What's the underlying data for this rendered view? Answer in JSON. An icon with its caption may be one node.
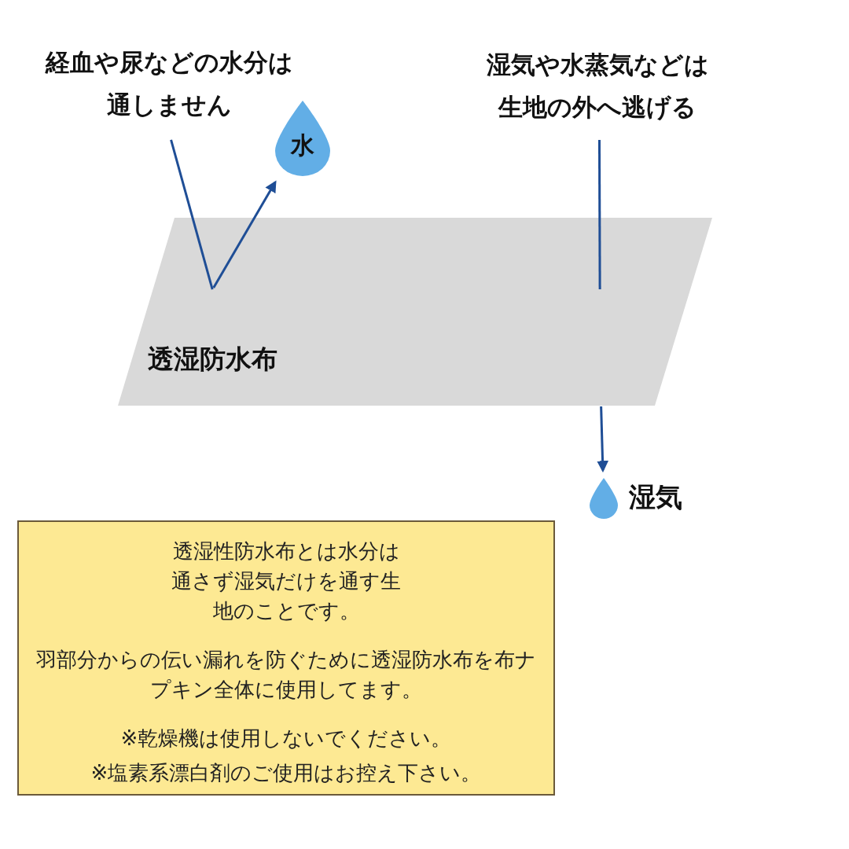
{
  "diagram": {
    "nodes": [
      {
        "text": [
          "経血や尿などの水分は通しません"
        ]
      },
      {
        "text": [
          "水"
        ]
      },
      {
        "text": [
          "湿気や水蒸気などは生地の外へ逃げる"
        ]
      },
      {
        "text": [
          "透湿防水布"
        ]
      },
      {
        "text": [],
        "shape": "drop",
        "beside": [
          "湿気"
        ]
      },
      {
        "text": [
          "透湿性防水布とは水分は通さず湿気だけを通す生地のことです。",
          "羽部分からの伝い漏れを防ぐために透湿防水布を布ナプキン全体に使用してます。",
          "※乾燥機は使用しないでください。",
          "※塩素系漂白剤のご使用はお控え下さい。"
        ]
      }
    ],
    "edges": [
      {
        "from": 0,
        "to": 3,
        "arrow": "none",
        "color": "#1f4e96"
      },
      {
        "from": 3,
        "to": 1,
        "arrow": "to",
        "color": "#1f4e96"
      },
      {
        "from": 2,
        "to": 3,
        "arrow": "none",
        "color": "#1f4e96"
      },
      {
        "from": 3,
        "to": 4,
        "arrow": "to",
        "color": "#1f4e96"
      }
    ]
  }
}
